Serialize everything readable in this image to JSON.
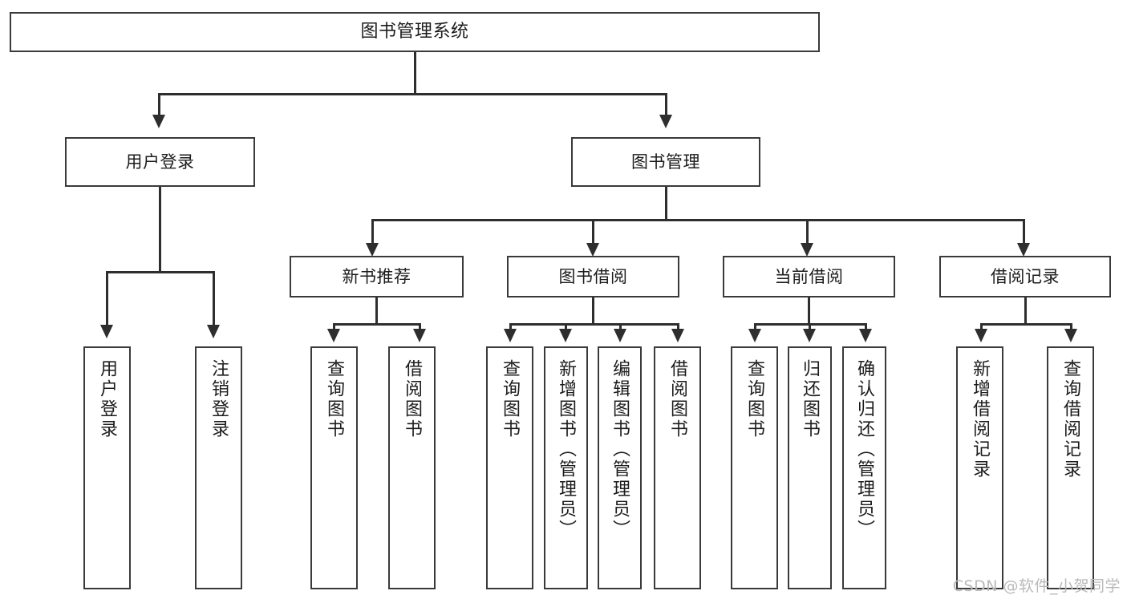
{
  "diagram": {
    "title": "图书管理系统",
    "watermark": "CSDN @软件_小贺同学",
    "root": {
      "label": "图书管理系统"
    },
    "tier1": [
      {
        "label": "用户登录"
      },
      {
        "label": "图书管理"
      }
    ],
    "tier2": [
      {
        "label": "新书推荐"
      },
      {
        "label": "图书借阅"
      },
      {
        "label": "当前借阅"
      },
      {
        "label": "借阅记录"
      }
    ],
    "leaves": {
      "user_login": [
        {
          "label": "用户登录"
        },
        {
          "label": "注销登录"
        }
      ],
      "new_book": [
        {
          "label": "查询图书"
        },
        {
          "label": "借阅图书"
        }
      ],
      "borrow_book": [
        {
          "label": "查询图书"
        },
        {
          "label": "新增图书（管理员）"
        },
        {
          "label": "编辑图书（管理员）"
        },
        {
          "label": "借阅图书"
        }
      ],
      "current_borrow": [
        {
          "label": "查询图书"
        },
        {
          "label": "归还图书"
        },
        {
          "label": "确认归还（管理员）"
        }
      ],
      "borrow_record": [
        {
          "label": "新增借阅记录"
        },
        {
          "label": "查询借阅记录"
        }
      ]
    }
  },
  "colors": {
    "stroke": "#3a3a3a",
    "line": "#2e2e2e",
    "background": "#ffffff",
    "text": "#1c1c1c",
    "watermark": "#b9b9b9"
  }
}
